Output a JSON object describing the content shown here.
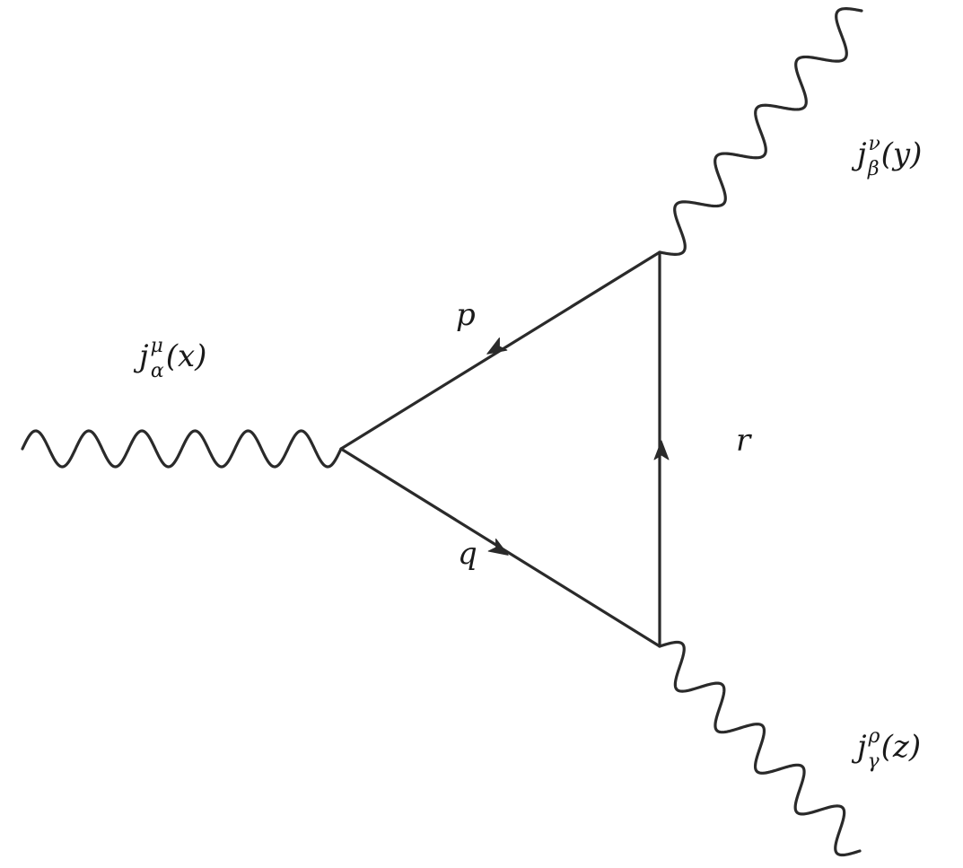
{
  "diagram": {
    "vertices": [
      {
        "id": "x",
        "label": "j",
        "superscript": "μ",
        "subscript": "α",
        "argument": "(x)"
      },
      {
        "id": "y",
        "label": "j",
        "superscript": "ν",
        "subscript": "β",
        "argument": "(y)"
      },
      {
        "id": "z",
        "label": "j",
        "superscript": "ρ",
        "subscript": "γ",
        "argument": "(z)"
      }
    ],
    "propagators": [
      {
        "id": "p",
        "label": "p",
        "from": "y",
        "to": "x"
      },
      {
        "id": "q",
        "label": "q",
        "from": "x",
        "to": "z"
      },
      {
        "id": "r",
        "label": "r",
        "from": "z",
        "to": "y"
      }
    ],
    "colors": {
      "line": "#2a2a2a",
      "text": "#1a1a1a",
      "background": "#ffffff"
    }
  }
}
